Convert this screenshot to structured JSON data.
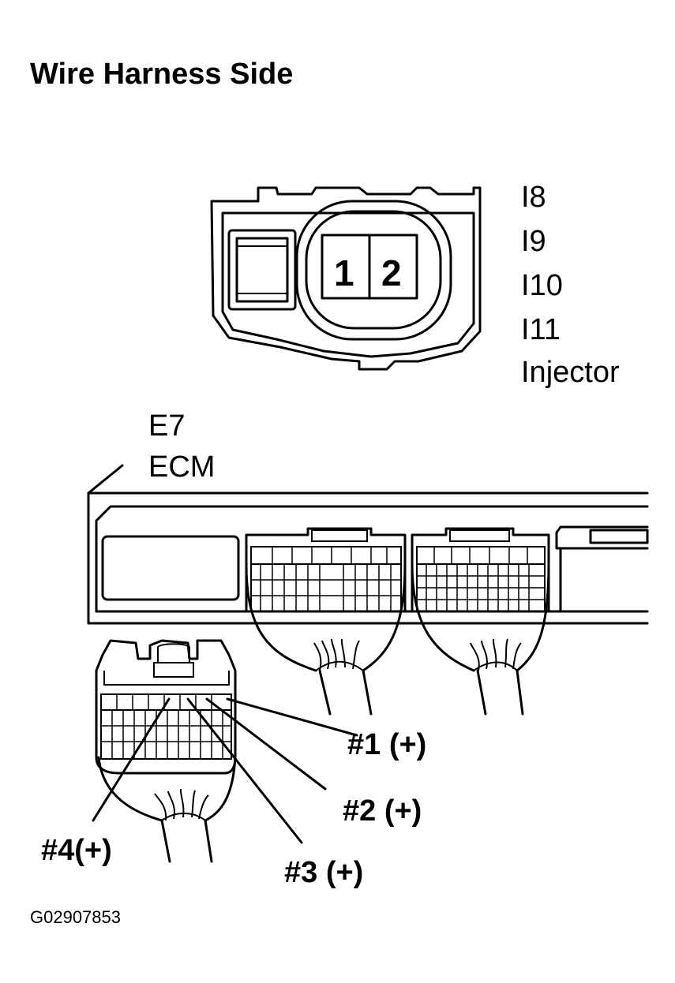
{
  "title": "Wire Harness Side",
  "injector_connector": {
    "codes": [
      "I8",
      "I9",
      "I10",
      "I11"
    ],
    "name": "Injector",
    "pins": [
      "1",
      "2"
    ]
  },
  "ecm_connector": {
    "code": "E7",
    "name": "ECM"
  },
  "callouts": {
    "pin1": "#1 (+)",
    "pin2": "#2 (+)",
    "pin3": "#3 (+)",
    "pin4": "#4(+)"
  },
  "figure_id": "G02907853"
}
